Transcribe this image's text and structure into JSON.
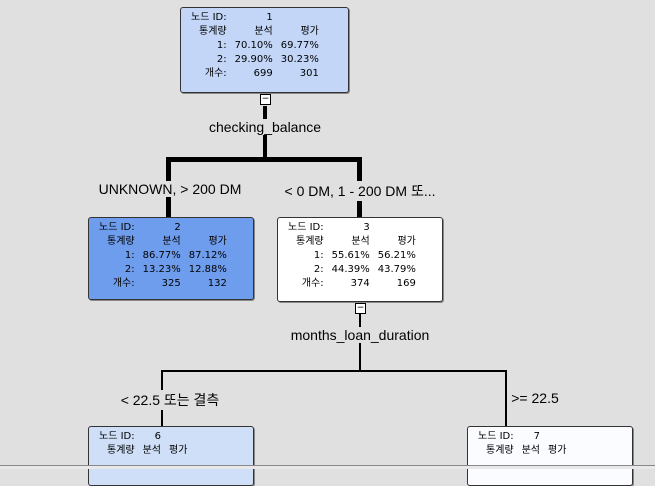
{
  "headers": {
    "node_id": "노드 ID:",
    "stat": "통계량",
    "analysis": "분석",
    "eval": "평가",
    "count": "개수:"
  },
  "nodes": [
    {
      "id": "1",
      "r1": [
        "1:",
        "70.10%",
        "69.77%"
      ],
      "r2": [
        "2:",
        "29.90%",
        "30.23%"
      ],
      "count": [
        "699",
        "301"
      ],
      "color": "#c3d6f7"
    },
    {
      "id": "2",
      "r1": [
        "1:",
        "86.77%",
        "87.12%"
      ],
      "r2": [
        "2:",
        "13.23%",
        "12.88%"
      ],
      "count": [
        "325",
        "132"
      ],
      "color": "#6f9ded"
    },
    {
      "id": "3",
      "r1": [
        "1:",
        "55.61%",
        "56.21%"
      ],
      "r2": [
        "2:",
        "44.39%",
        "43.79%"
      ],
      "count": [
        "374",
        "169"
      ],
      "color": "#ffffff"
    },
    {
      "id": "6",
      "color": "#cfdff7"
    },
    {
      "id": "7",
      "color": "#fbfcff"
    }
  ],
  "splits": {
    "s1": "checking_balance",
    "s1_left": "UNKNOWN, > 200 DM",
    "s1_right": "< 0 DM, 1 - 200 DM 또...",
    "s2": "months_loan_duration",
    "s2_left": "< 22.5 또는 결측",
    "s2_right": ">= 22.5"
  },
  "toggle": "−"
}
